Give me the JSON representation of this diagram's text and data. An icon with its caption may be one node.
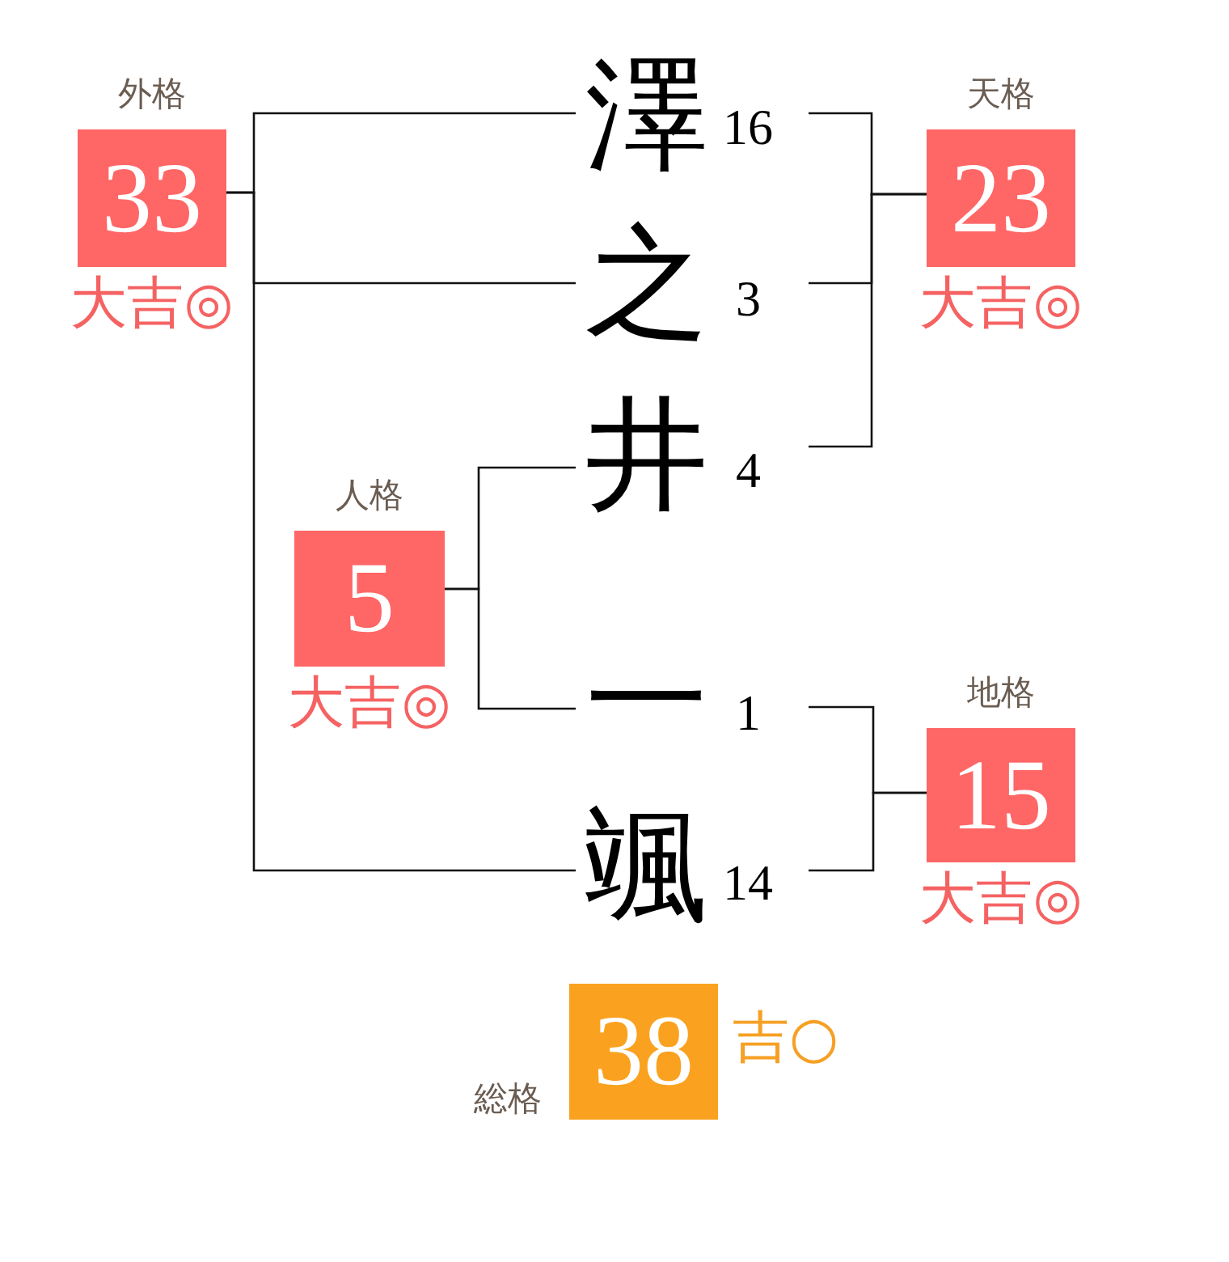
{
  "diagram": {
    "nodes": [
      {
        "text": [
          "外格",
          "33"
        ],
        "beside": [
          "大吉◎"
        ]
      },
      {
        "text": [
          "澤"
        ],
        "beside": [
          "16"
        ]
      },
      {
        "text": [
          "天格",
          "23"
        ],
        "beside": [
          "大吉◎"
        ]
      },
      {
        "text": [
          "之"
        ],
        "beside": [
          "3"
        ]
      },
      {
        "text": [
          "人格",
          "5"
        ],
        "beside": [
          "大吉◎"
        ]
      },
      {
        "text": [
          "井"
        ],
        "beside": [
          "4"
        ]
      },
      {
        "text": [
          "一"
        ],
        "beside": [
          "1"
        ]
      },
      {
        "text": [
          "地格",
          "15"
        ],
        "beside": [
          "大吉◎"
        ]
      },
      {
        "text": [
          "颯"
        ],
        "beside": [
          "14"
        ]
      },
      {
        "text": [
          "総格",
          "38"
        ],
        "beside": [
          "吉○"
        ]
      }
    ],
    "edges": [
      {
        "from": 1,
        "to": 0,
        "arrow": "none"
      },
      {
        "from": 3,
        "to": 0,
        "arrow": "none"
      },
      {
        "from": 8,
        "to": 0,
        "arrow": "none"
      },
      {
        "from": 1,
        "to": 2,
        "arrow": "none"
      },
      {
        "from": 3,
        "to": 2,
        "arrow": "none"
      },
      {
        "from": 5,
        "to": 2,
        "arrow": "none"
      },
      {
        "from": 5,
        "to": 4,
        "arrow": "none"
      },
      {
        "from": 6,
        "to": 4,
        "arrow": "none"
      },
      {
        "from": 6,
        "to": 7,
        "arrow": "none"
      },
      {
        "from": 8,
        "to": 7,
        "arrow": "none"
      }
    ]
  }
}
